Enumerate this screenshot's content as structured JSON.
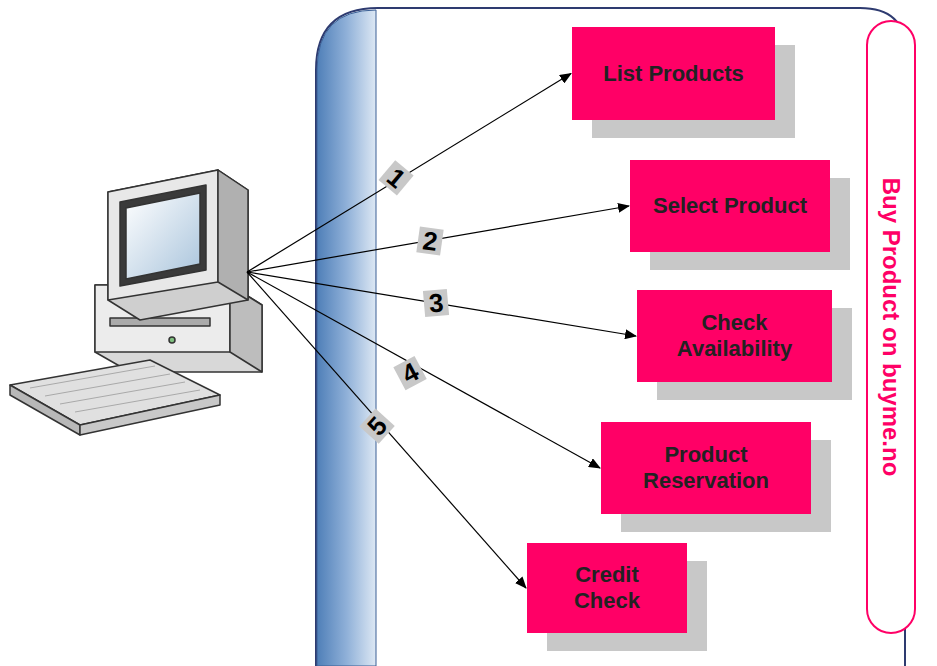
{
  "diagram": {
    "nodes": [
      {
        "text": [
          "List Products"
        ]
      },
      {
        "text": [
          "Select Product"
        ]
      },
      {
        "text": [
          "Check Availability"
        ]
      },
      {
        "text": [
          "Product Reservation"
        ]
      },
      {
        "text": [
          "Credit Check"
        ]
      },
      {
        "text": [
          "Buy Product on buyme.no"
        ]
      }
    ],
    "labels": [
      "1",
      "2",
      "3",
      "4",
      "5"
    ]
  }
}
